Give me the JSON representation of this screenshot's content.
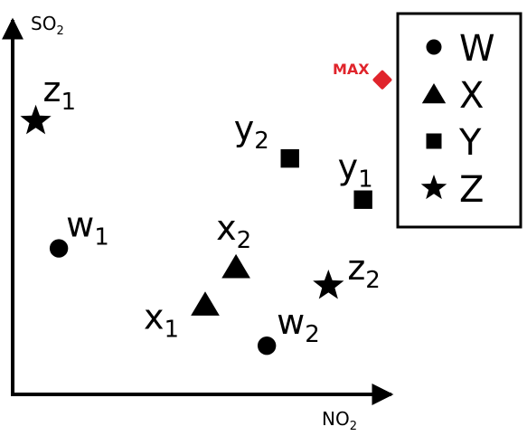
{
  "chart_data": {
    "type": "scatter",
    "title": "",
    "xlabel": "NO",
    "xlabel_sub": "2",
    "ylabel": "SO",
    "ylabel_sub": "2",
    "xlim": [
      0,
      100
    ],
    "ylim": [
      0,
      100
    ],
    "grid": false,
    "legend_position": "top-right",
    "series": [
      {
        "name": "W",
        "marker": "circle",
        "points": [
          {
            "label": "w",
            "sub": "1",
            "x": 12,
            "y": 39
          },
          {
            "label": "w",
            "sub": "2",
            "x": 66,
            "y": 13
          }
        ]
      },
      {
        "name": "X",
        "marker": "triangle",
        "points": [
          {
            "label": "x",
            "sub": "1",
            "x": 50,
            "y": 24
          },
          {
            "label": "x",
            "sub": "2",
            "x": 58,
            "y": 34
          }
        ]
      },
      {
        "name": "Y",
        "marker": "square",
        "points": [
          {
            "label": "y",
            "sub": "2",
            "x": 72,
            "y": 63
          },
          {
            "label": "y",
            "sub": "1",
            "x": 91,
            "y": 52
          }
        ]
      },
      {
        "name": "Z",
        "marker": "star",
        "points": [
          {
            "label": "z",
            "sub": "1",
            "x": 6,
            "y": 73
          },
          {
            "label": "z",
            "sub": "2",
            "x": 82,
            "y": 29
          }
        ]
      }
    ],
    "highlight": {
      "label": "MAX",
      "x": 96,
      "y": 84,
      "marker": "diamond",
      "color": "#e0242b"
    }
  }
}
